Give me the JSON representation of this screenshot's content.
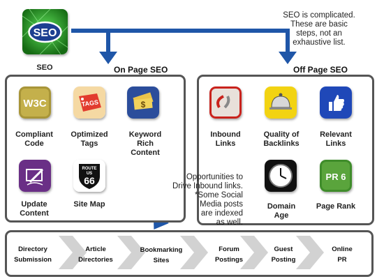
{
  "seo_logo": {
    "text": "SEO",
    "label": "SEO"
  },
  "intro_note": "SEO is complicated.\nThese are basic\nsteps, not an\nexhaustive list.",
  "on_page": {
    "heading": "On Page SEO",
    "items": [
      {
        "label": "Compliant\nCode",
        "badge": "W3C",
        "icon": "w3c-icon"
      },
      {
        "label": "Optimized\nTags",
        "badge": "TAGS",
        "icon": "tag-icon"
      },
      {
        "label": "Keyword\nRich\nContent",
        "badge": "",
        "icon": "money-icon"
      },
      {
        "label": "Update\nContent",
        "badge": "",
        "icon": "edit-icon"
      },
      {
        "label": "Site Map",
        "badge": "66",
        "badge_top": "ROUTE",
        "badge_mid": "US",
        "icon": "route-sign-icon"
      }
    ]
  },
  "off_page": {
    "heading": "Off Page SEO",
    "items": [
      {
        "label": "Inbound\nLinks",
        "badge": "",
        "icon": "link-icon"
      },
      {
        "label": "Quality of\nBacklinks",
        "badge": "",
        "icon": "cloche-icon"
      },
      {
        "label": "Relevant\nLinks",
        "badge": "",
        "icon": "thumbs-up-icon"
      },
      {
        "label": "Domain\nAge",
        "badge": "",
        "icon": "clock-icon"
      },
      {
        "label": "Page Rank",
        "badge": "PR 6",
        "icon": "pagerank-icon"
      }
    ]
  },
  "opportunity_note": "Opportunities to\nDrive Inbound links.\n*Some Social\nMedia posts\nare indexed\nas well.",
  "flow": {
    "steps": [
      "Directory\nSubmission",
      "Article\nDirectories",
      "Bookmarking\nSites",
      "Forum\nPostings",
      "Guest\nPosting",
      "Online\nPR"
    ]
  },
  "colors": {
    "connector_blue": "#1f56a8",
    "panel_border": "#555555",
    "chevron_grey": "#d2d2d2"
  }
}
